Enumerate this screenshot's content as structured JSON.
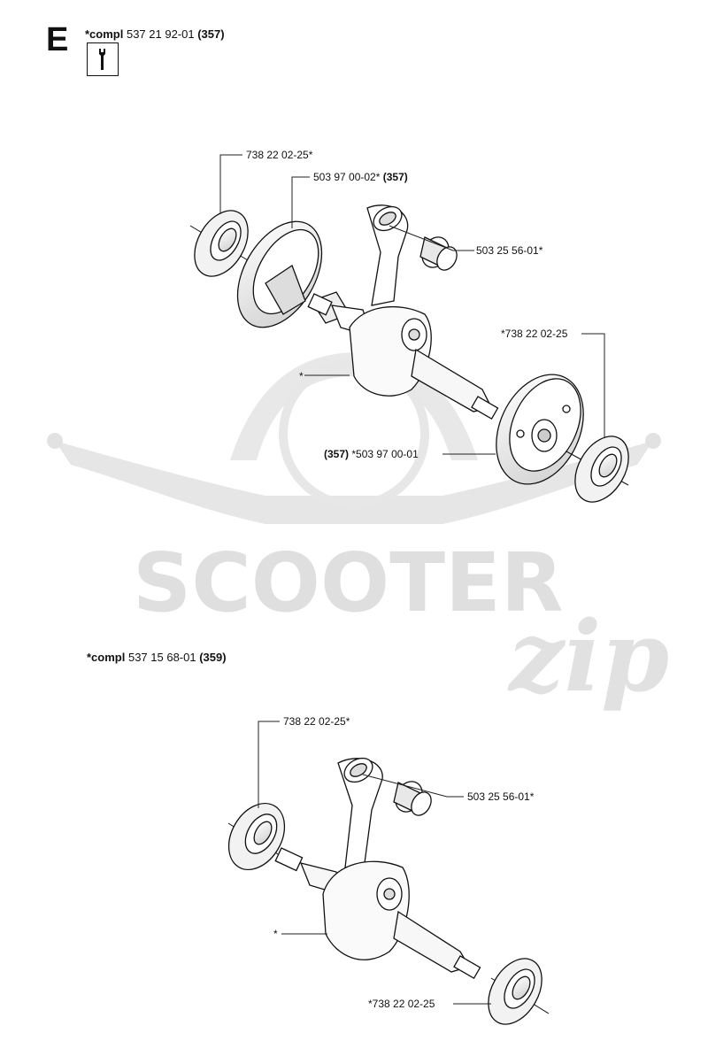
{
  "section": {
    "letter": "E"
  },
  "assembly_1": {
    "compl_prefix": "*compl",
    "compl_number": "537 21 92-01",
    "compl_model": "(357)",
    "parts": {
      "bearing_left": "738 22 02-25*",
      "flywheel_half_number": "503 97 00-02*",
      "flywheel_half_model": "(357)",
      "needle_bearing": "503 25 56-01*",
      "bearing_right": "*738 22 02-25",
      "crankshaft": "*",
      "clutch_half_model": "(357)",
      "clutch_half_number": "*503 97 00-01"
    }
  },
  "assembly_2": {
    "compl_prefix": "*compl",
    "compl_number": "537 15 68-01",
    "compl_model": "(359)",
    "parts": {
      "bearing_left": "738 22 02-25*",
      "needle_bearing": "503 25 56-01*",
      "crankshaft": "*",
      "bearing_right": "*738 22 02-25"
    }
  },
  "watermark": {
    "brand": "SCOOTER",
    "script": "zip",
    "color": "#d0d0d0"
  },
  "colors": {
    "ink": "#111111",
    "leader": "#222222"
  },
  "icons": {
    "tool": "wrench-icon"
  }
}
